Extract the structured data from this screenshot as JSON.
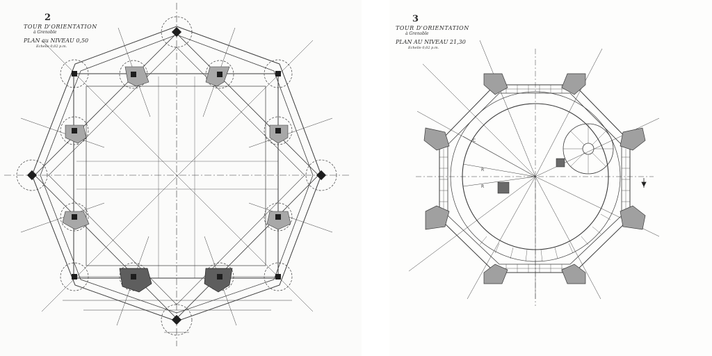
{
  "left_plan": {
    "number": "2",
    "title": "TOUR D'ORIENTATION",
    "location": "à Grenoble",
    "plan_label": "PLAN au NIVEAU 0,50",
    "scale": "Echelle 0,02 p.m."
  },
  "right_plan": {
    "number": "3",
    "title": "TOUR D'ORIENTATION",
    "location": "à Grenoble",
    "plan_label": "PLAN AU NIVEAU 21,30",
    "scale": "Echelle 0,02 p.m."
  },
  "colors": {
    "line": "#3a3a3a",
    "hatch": "#9a9a9a",
    "column": "#1e1e1e"
  }
}
